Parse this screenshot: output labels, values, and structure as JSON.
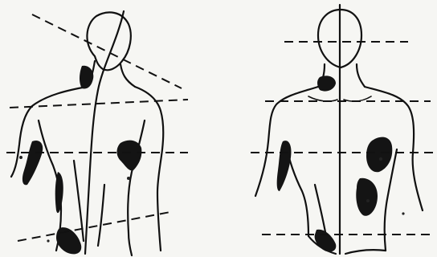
{
  "figures": [
    {
      "id": "left",
      "pose": "tilted-shoulders"
    },
    {
      "id": "right",
      "pose": "level-shoulders"
    }
  ],
  "colors": {
    "ink": "#111111",
    "paper": "#f6f6f3"
  }
}
